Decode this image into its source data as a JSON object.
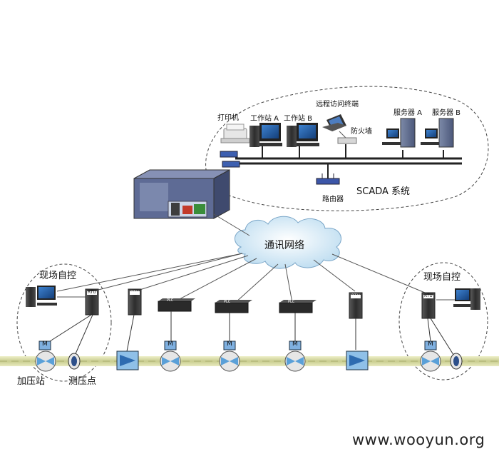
{
  "scada": {
    "printer": "打印机",
    "workstation_a": "工作站 A",
    "workstation_b": "工作站 B",
    "remote_terminal": "远程访问终端",
    "firewall": "防火墙",
    "server_a": "服务器 A",
    "server_b": "服务器 B",
    "router": "路由器",
    "system": "SCADA 系统"
  },
  "network": {
    "cloud": "通讯网络"
  },
  "field": {
    "local_control_left": "现场自控",
    "local_control_right": "现场自控",
    "booster_station": "加压站",
    "pressure_point": "测压点"
  },
  "device_tags": {
    "rtu": "RTU",
    "plc": "PLC",
    "motor": "M"
  },
  "colors": {
    "pipe": "#d9dcaa",
    "pipe_dash": "#a8ad6c",
    "cabinet": "#3d3d3d",
    "monitor_screen": "#1f5fb0",
    "cloud": "#cfe6f5",
    "tank_valve": "#5aa0d8"
  },
  "watermark": "www.wooyun.org"
}
